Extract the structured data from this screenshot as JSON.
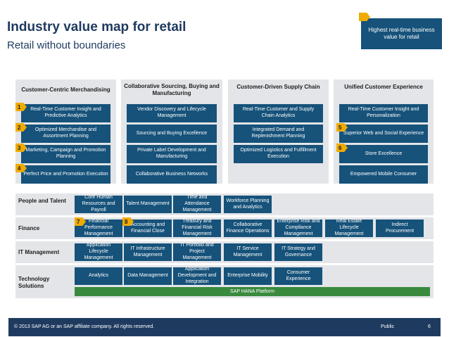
{
  "header": {
    "title": "Industry value map for retail",
    "subtitle": "Retail without boundaries",
    "callout": "Highest real-time business value for retail"
  },
  "columns": [
    {
      "title": "Customer-Centric Merchandising",
      "items": [
        "Real-Time Customer Insight and Predictive Analytics",
        "Optimized Merchandise and Assortment Planning",
        "Marketing, Campaign and Promotion Planning",
        "Perfect Price and Promotion Execution"
      ]
    },
    {
      "title": "Collaborative Sourcing, Buying and Manufacturing",
      "items": [
        "Vendor Discovery and Lifecycle Management",
        "Sourcing and Buying Excellence",
        "Private Label Development and Manufacturing",
        "Collaborative Business Networks"
      ]
    },
    {
      "title": "Customer-Driven Supply Chain",
      "items": [
        "Real-Time Customer and Supply Chain Analytics",
        "Integrated Demand and Replenishment Planning",
        "Optimized Logistics and Fulfillment Execution"
      ]
    },
    {
      "title": "Unified Customer Experience",
      "items": [
        "Real-Time Customer Insight and Personalization",
        "Superior Web and Social Experience",
        "Store Excellence",
        "Empowered Mobile Consumer"
      ]
    }
  ],
  "badges": [
    "1",
    "2",
    "3",
    "4",
    "5",
    "6",
    "7",
    "8"
  ],
  "rows": [
    {
      "label": "People and Talent",
      "items": [
        "Core Human Resources and Payroll",
        "Talent Management",
        "Time and Attendance Management",
        "Workforce Planning and Analytics"
      ]
    },
    {
      "label": "Finance",
      "items": [
        "Financial Performance Management",
        "Accounting and Financial Close",
        "Treasury and Financial Risk Management",
        "Collaborative Finance Operations",
        "Enterprise Risk and Compliance Management",
        "Real Estate Lifecycle Management",
        "Indirect Procurement"
      ]
    },
    {
      "label": "IT Management",
      "items": [
        "Application Lifecycle Management",
        "IT Infrastructure Management",
        "IT Portfolio and Project Management",
        "IT Service Management",
        "IT Strategy and Governance"
      ]
    },
    {
      "label": "Technology Solutions",
      "items": [
        "Analytics",
        "Data Management",
        "Application Development and Integration",
        "Enterprise Mobility",
        "Consumer Experience"
      ]
    }
  ],
  "platform": "SAP HANA Platform",
  "footer": {
    "copyright": "© 2013 SAP AG or an SAP affiliate company. All rights reserved.",
    "classification": "Public",
    "page": "6"
  },
  "colors": {
    "navy": "#1f3a5f",
    "box": "#16527a",
    "panel": "#e3e5e8",
    "badge": "#f0ab00",
    "platform": "#3a8a3e"
  }
}
